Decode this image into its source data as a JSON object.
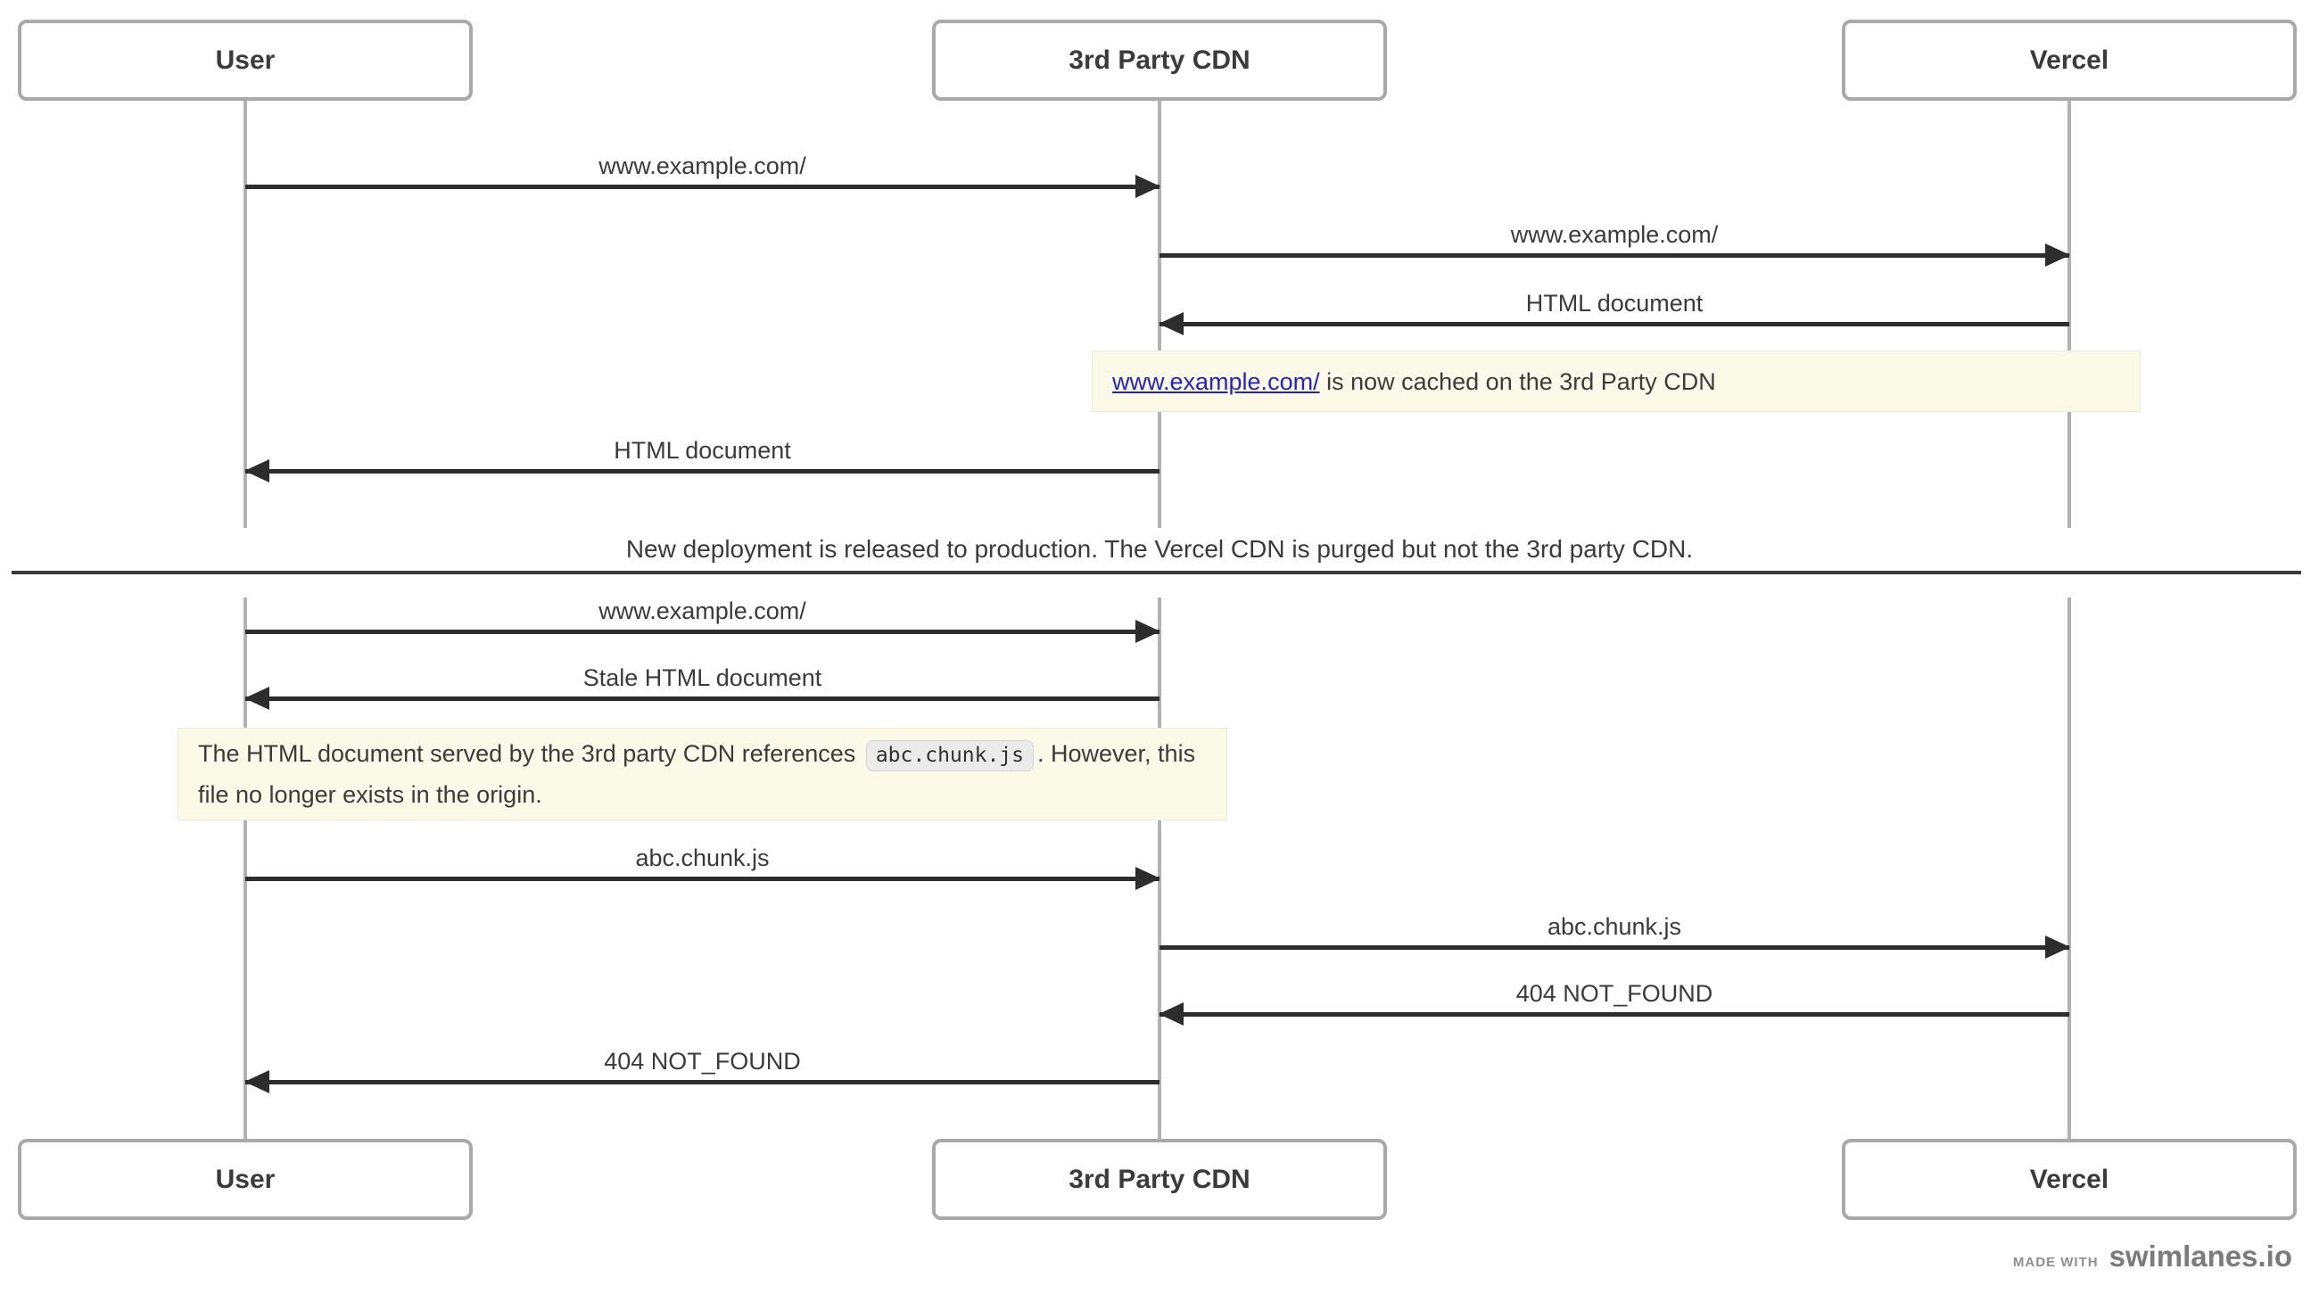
{
  "diagram": {
    "actors": [
      {
        "id": "user",
        "label": "User"
      },
      {
        "id": "cdn",
        "label": "3rd Party CDN"
      },
      {
        "id": "vercel",
        "label": "Vercel"
      }
    ],
    "messages": [
      {
        "label": "www.example.com/",
        "from": "user",
        "to": "cdn"
      },
      {
        "label": "www.example.com/",
        "from": "cdn",
        "to": "vercel"
      },
      {
        "label": "HTML document",
        "from": "vercel",
        "to": "cdn"
      },
      {
        "label": "HTML document",
        "from": "cdn",
        "to": "user"
      },
      {
        "label": "www.example.com/",
        "from": "user",
        "to": "cdn"
      },
      {
        "label": "Stale HTML document",
        "from": "cdn",
        "to": "user"
      },
      {
        "label": "abc.chunk.js",
        "from": "user",
        "to": "cdn"
      },
      {
        "label": "abc.chunk.js",
        "from": "cdn",
        "to": "vercel"
      },
      {
        "label": "404 NOT_FOUND",
        "from": "vercel",
        "to": "cdn"
      },
      {
        "label": "404 NOT_FOUND",
        "from": "cdn",
        "to": "user"
      }
    ],
    "notes": [
      {
        "link_text": "www.example.com/",
        "text": " is now cached on the 3rd Party CDN"
      },
      {
        "text_before": "The HTML document served by the 3rd party CDN references",
        "code": "abc.chunk.js",
        "text_after": ". However, this file no longer exists in the origin."
      }
    ],
    "divider": {
      "label": "New deployment is released to production. The Vercel CDN is purged but not the 3rd party CDN."
    },
    "footer": {
      "made_with": "MADE WITH",
      "brand": "swimlanes.io"
    },
    "colors": {
      "note_background": "#fbf9e7",
      "link_blue": "#2323cd",
      "arrow": "#2d2d2d",
      "actor_border": "#a9a9a9",
      "lifeline": "#b2b2b2"
    }
  }
}
